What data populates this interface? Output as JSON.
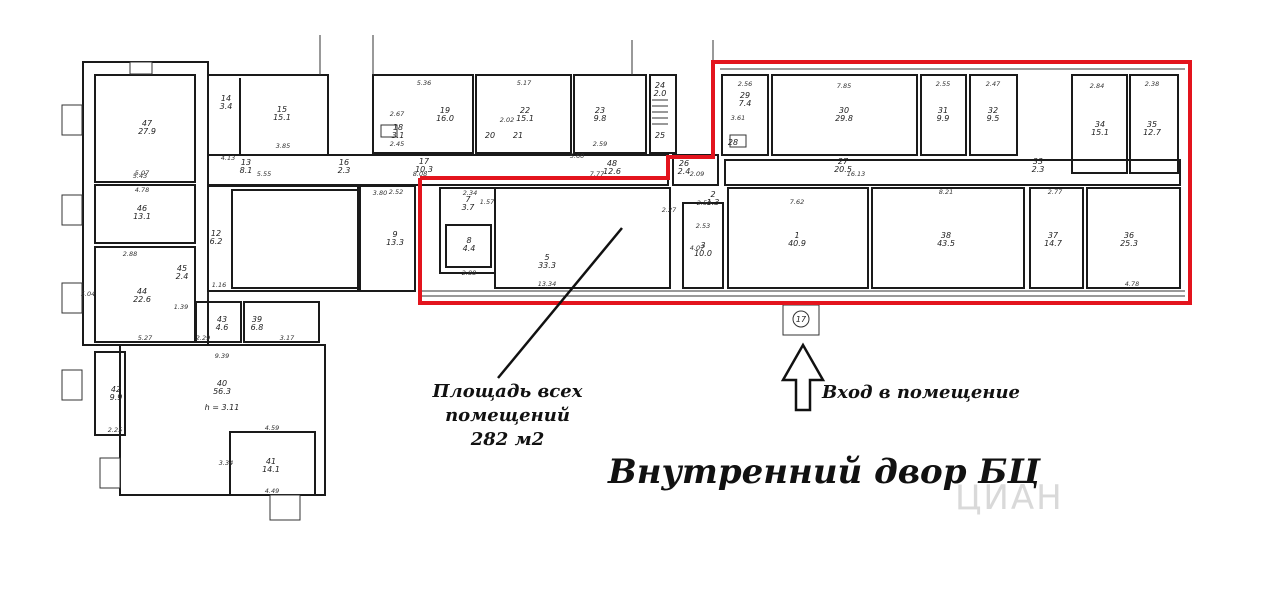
{
  "captions": {
    "area_line1": "Площадь всех",
    "area_line2": "помещений",
    "area_line3": "282 м2",
    "entrance": "Вход в помещение",
    "courtyard": "Внутренний двор БЦ",
    "watermark": "ЦИАН"
  },
  "entrance_marker": "17",
  "colors": {
    "highlight": "#e3141d",
    "walls": "#1a1a1a"
  },
  "rooms": [
    {
      "no": "47",
      "area": "27.9"
    },
    {
      "no": "46",
      "area": "13.1"
    },
    {
      "no": "44",
      "area": "22.6"
    },
    {
      "no": "45",
      "area": "2.4"
    },
    {
      "no": "43",
      "area": "4.6"
    },
    {
      "no": "39",
      "area": "6.8"
    },
    {
      "no": "42",
      "area": "9.9"
    },
    {
      "no": "40",
      "area": "56.3"
    },
    {
      "no": "41",
      "area": "14.1"
    },
    {
      "no": "14",
      "area": "3.4"
    },
    {
      "no": "15",
      "area": "15.1"
    },
    {
      "no": "13",
      "area": "8.1"
    },
    {
      "no": "16",
      "area": "2.3"
    },
    {
      "no": "12",
      "area": "6.2"
    },
    {
      "no": "18",
      "area": "3.1"
    },
    {
      "no": "19",
      "area": "16.0"
    },
    {
      "no": "17",
      "area": "10.3"
    },
    {
      "no": "20",
      "area": ""
    },
    {
      "no": "21",
      "area": ""
    },
    {
      "no": "22",
      "area": "15.1"
    },
    {
      "no": "23",
      "area": "9.8"
    },
    {
      "no": "24",
      "area": "2.0"
    },
    {
      "no": "25",
      "area": ""
    },
    {
      "no": "48",
      "area": "12.6"
    },
    {
      "no": "9",
      "area": "13.3"
    },
    {
      "no": "7",
      "area": "3.7"
    },
    {
      "no": "8",
      "area": "4.4"
    },
    {
      "no": "5",
      "area": "33.3"
    },
    {
      "no": "26",
      "area": "2.4"
    },
    {
      "no": "2",
      "area": "1.3"
    },
    {
      "no": "3",
      "area": "10.0"
    },
    {
      "no": "29",
      "area": "7.4"
    },
    {
      "no": "28",
      "area": ""
    },
    {
      "no": "30",
      "area": "29.8"
    },
    {
      "no": "31",
      "area": "9.9"
    },
    {
      "no": "32",
      "area": "9.5"
    },
    {
      "no": "27",
      "area": "20.5"
    },
    {
      "no": "33",
      "area": "2.3"
    },
    {
      "no": "34",
      "area": "15.1"
    },
    {
      "no": "35",
      "area": "12.7"
    },
    {
      "no": "1",
      "area": "40.9"
    },
    {
      "no": "38",
      "area": "43.5"
    },
    {
      "no": "37",
      "area": "14.7"
    },
    {
      "no": "36",
      "area": "25.3"
    }
  ],
  "dimensions": [
    "5.43",
    "5.07",
    "4.78",
    "2.88",
    "5.04",
    "5.27",
    "9.39",
    "2.25",
    "4.59",
    "4.49",
    "3.34",
    "3.85",
    "4.13",
    "5.55",
    "5.36",
    "2.67",
    "2.45",
    "5.17",
    "2.02",
    "5.60",
    "2.59",
    "8.08",
    "2.52",
    "3.80",
    "13.34",
    "2.88",
    "7.77",
    "2.09",
    "2.53",
    "7.62",
    "7.85",
    "2.55",
    "2.47",
    "16.13",
    "2.56",
    "3.61",
    "8.21",
    "2.77",
    "2.84",
    "2.38",
    "4.78",
    "2.29",
    "3.17",
    "1.39",
    "1.16",
    "2.34",
    "1.57",
    "2.27",
    "2.50",
    "4.07"
  ],
  "annotations": {
    "ceiling_height": "h = 3.11"
  }
}
